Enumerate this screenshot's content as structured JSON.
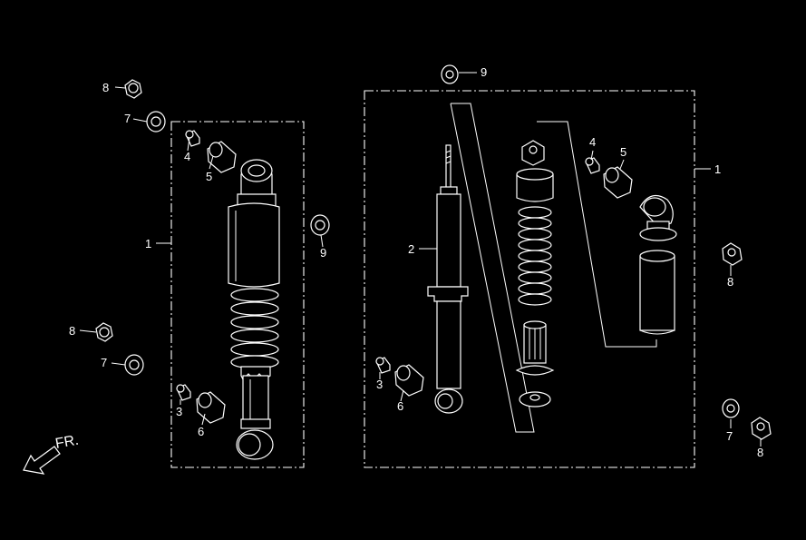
{
  "diagram": {
    "direction_label": "FR.",
    "callouts": {
      "l_1": "1",
      "l_3": "3",
      "l_4": "4",
      "l_5": "5",
      "l_6": "6",
      "l_7a": "7",
      "l_7b": "7",
      "l_8a": "8",
      "l_8b": "8",
      "l_9": "9",
      "r_1": "1",
      "r_2": "2",
      "r_3": "3",
      "r_4": "4",
      "r_5": "5",
      "r_6": "6",
      "r_7": "7",
      "r_8a": "8",
      "r_8b": "8",
      "r_9": "9"
    }
  }
}
